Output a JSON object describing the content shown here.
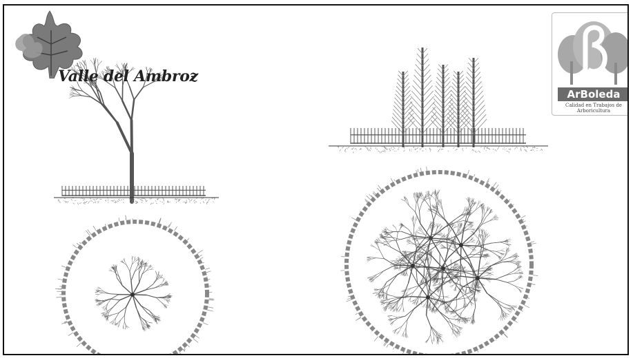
{
  "brand": {
    "title": "Valle del Ambroz",
    "title_suffix": "-",
    "logo_icon": "oak-leaf-icon"
  },
  "badge": {
    "name": "ArBoleda",
    "subtitle_line1": "Calidad en Trabajos de",
    "subtitle_line2": "Arboricultura",
    "logo_icon": "beta-trees-icon"
  },
  "colors": {
    "ink": "#333333",
    "gray_dark": "#555555",
    "gray_mid": "#888888",
    "gray_light": "#bbbbbb"
  }
}
